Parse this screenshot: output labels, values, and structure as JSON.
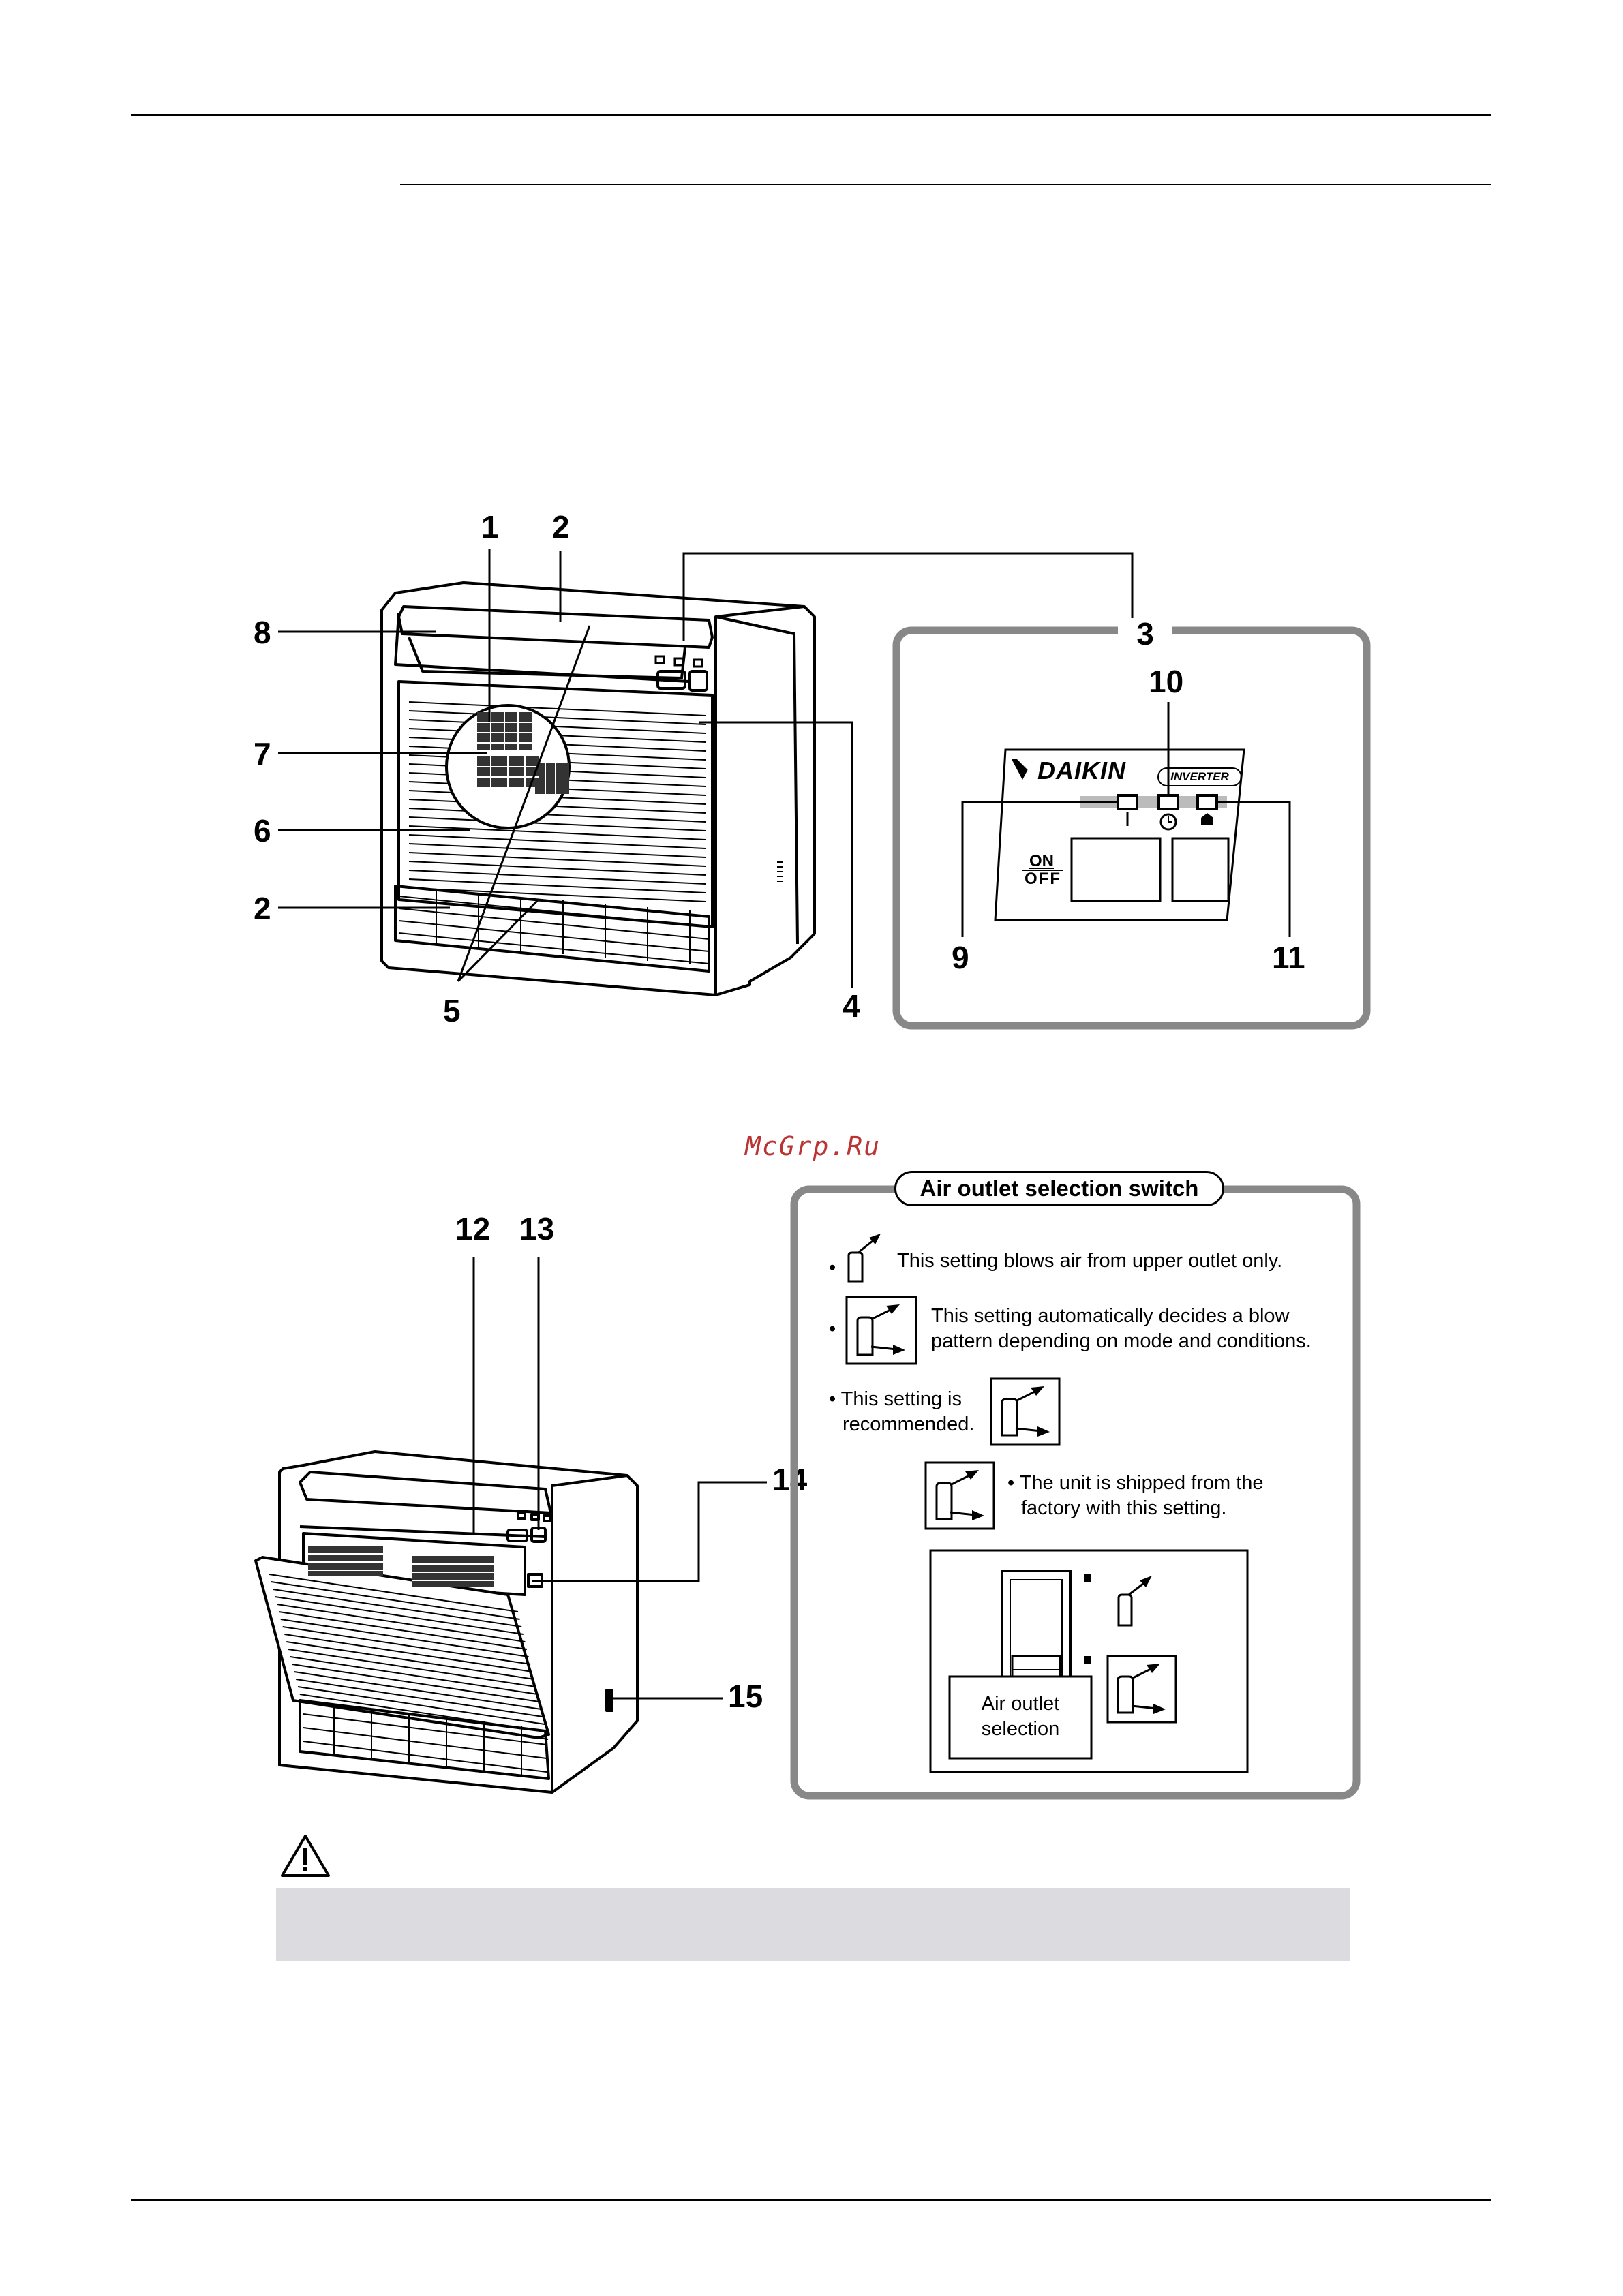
{
  "watermark": "McGrp.Ru",
  "figure1": {
    "callouts": [
      "1",
      "2",
      "2",
      "3",
      "4",
      "5",
      "6",
      "7",
      "8"
    ]
  },
  "display_panel": {
    "callouts": [
      "9",
      "10",
      "11"
    ],
    "brand": "DAIKIN",
    "badge": "INVERTER",
    "on_label": "ON",
    "off_label": "OFF"
  },
  "figure2": {
    "callouts": [
      "12",
      "13",
      "14",
      "15"
    ]
  },
  "air_outlet": {
    "title": "Air outlet selection switch",
    "items": [
      {
        "bullet": "•",
        "text": "This setting blows air from upper outlet only."
      },
      {
        "bullet": "•",
        "line1": "This setting automatically decides a blow",
        "line2": "pattern depending on mode and conditions."
      },
      {
        "line1": "• This setting is",
        "line2": "recommended."
      },
      {
        "line1": "• The unit is shipped from the",
        "line2": "factory with this setting."
      }
    ],
    "switch_label_line1": "Air outlet",
    "switch_label_line2": "selection"
  }
}
